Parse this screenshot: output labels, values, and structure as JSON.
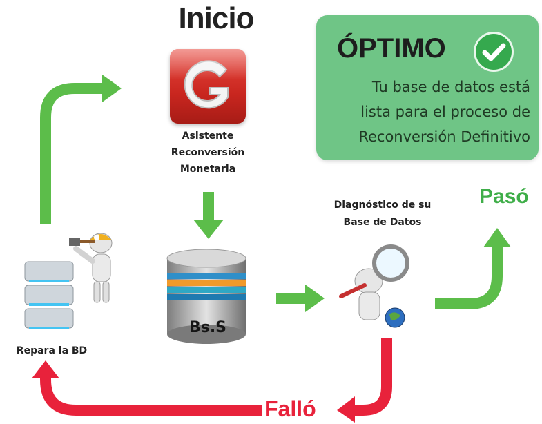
{
  "start": {
    "title": "Inicio"
  },
  "app": {
    "label_line1": "Asistente",
    "label_line2": "Reconversión",
    "label_line3": "Monetaria",
    "icon": "g-logo-icon"
  },
  "status_box": {
    "title": "ÓPTIMO",
    "line1": "Tu base de datos está",
    "line2": "lista para el proceso de",
    "line3": "Reconversión Definitivo",
    "color": "#6fc586",
    "check_color": "#35a94e"
  },
  "database": {
    "label": "Bs.S"
  },
  "diagnostic": {
    "line1": "Diagnóstico de su",
    "line2": "Base de Datos"
  },
  "repair": {
    "label": "Repara la BD"
  },
  "outcomes": {
    "pass": {
      "label": "Pasó",
      "color": "#3fae49"
    },
    "fail": {
      "label": "Falló",
      "color": "#e8223b"
    }
  }
}
